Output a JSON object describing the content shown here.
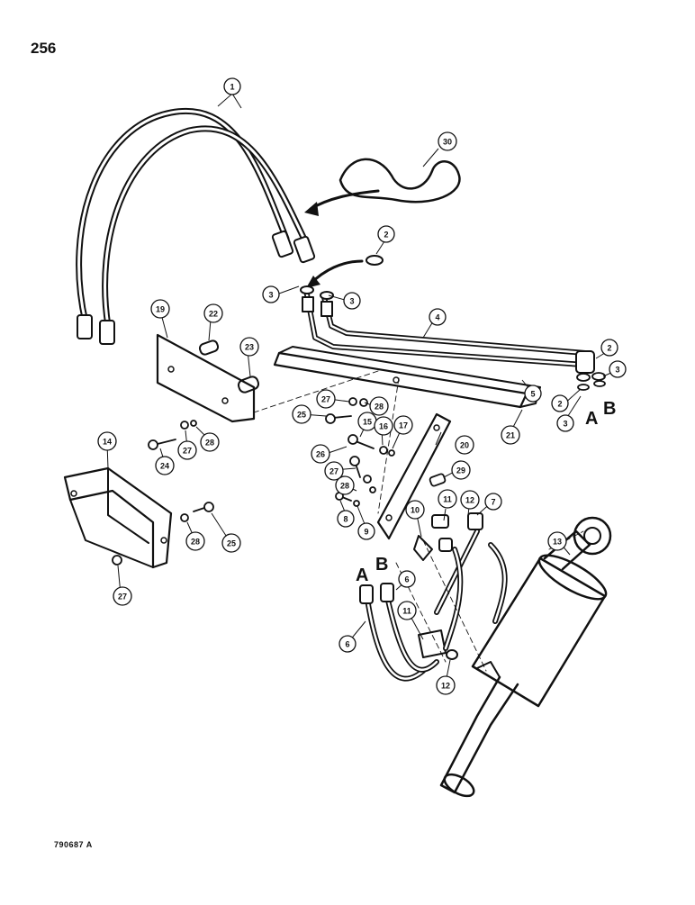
{
  "page": {
    "number": "256",
    "figure_code": "790687 A"
  },
  "port_labels": [
    "A",
    "B",
    "A",
    "B"
  ],
  "callouts": [
    "1",
    "30",
    "2",
    "3",
    "3",
    "4",
    "19",
    "22",
    "23",
    "2",
    "3",
    "2",
    "3",
    "5",
    "21",
    "27",
    "28",
    "25",
    "15",
    "16",
    "17",
    "20",
    "26",
    "24",
    "27",
    "28",
    "14",
    "27",
    "28",
    "29",
    "11",
    "12",
    "7",
    "8",
    "9",
    "10",
    "25",
    "13",
    "28",
    "27",
    "6",
    "11",
    "6",
    "12"
  ],
  "colors": {
    "ink": "#111111",
    "paper": "#ffffff"
  }
}
